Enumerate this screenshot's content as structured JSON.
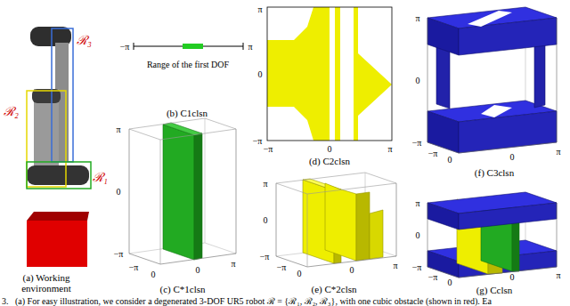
{
  "diagram": {
    "caption": "3.   (a) For easy illustration, we consider a degenerated 3-DOF UR5 robot ℛ = {ℛ₁, ℛ₂, ℛ₃}, with one cubic obstacle (shown in red). Ea",
    "labels": [
      "ℛ₃",
      "ℛ₂",
      "ℛ₁",
      "(a) Working environment",
      "−π",
      "π",
      "Range of the first DOF",
      "(b) C1clsn",
      "π",
      "0",
      "−π",
      "−π",
      "0",
      "0",
      "π",
      "(c) C*1clsn",
      "π",
      "0",
      "−π",
      "−π",
      "0",
      "π",
      "(d) C2clsn",
      "π",
      "0",
      "−π",
      "−π",
      "0",
      "0",
      "π",
      "(e) C*2clsn",
      "π",
      "0",
      "−π",
      "−π",
      "0",
      "0",
      "π",
      "(f) C3clsn",
      "π",
      "0",
      "−π",
      "−π",
      "0",
      "0",
      "π",
      "(g) Cclsn"
    ]
  }
}
